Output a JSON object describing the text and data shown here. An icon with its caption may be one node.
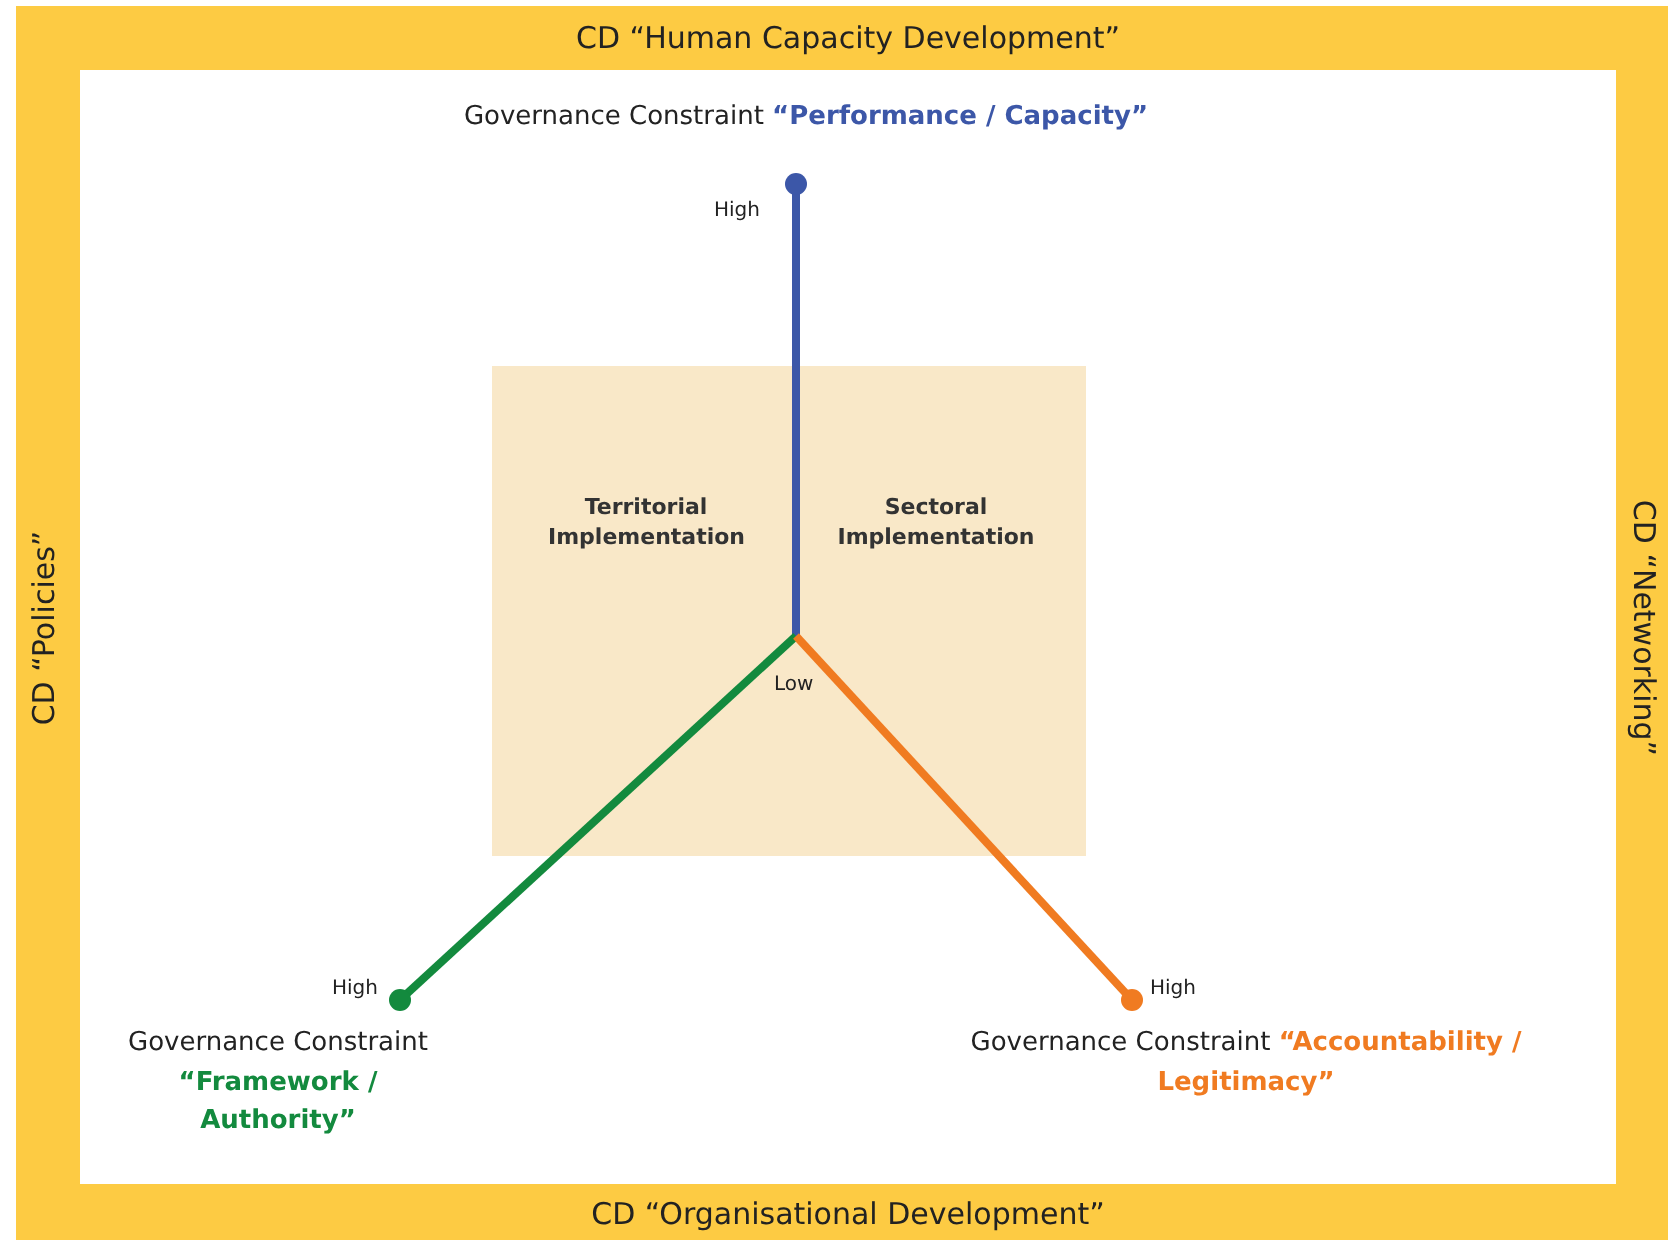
{
  "diagram": {
    "nodes": [
      {
        "text": [
          "CD “Human Capacity Development”",
          "CD “Policies”",
          "CD “Networking”",
          "CD “Organisational Development”"
        ]
      },
      {
        "text": [
          "Territorial Implementation",
          "Sectoral Implementation"
        ],
        "in": 0
      }
    ],
    "labels": [
      "Governance Constraint **“Performance / Capacity”**",
      "High",
      "Low",
      "High",
      "High",
      "Governance Constraint **“Framework / Authority”**",
      "Governance Constraint **“Accountability / Legitimacy”**"
    ]
  }
}
